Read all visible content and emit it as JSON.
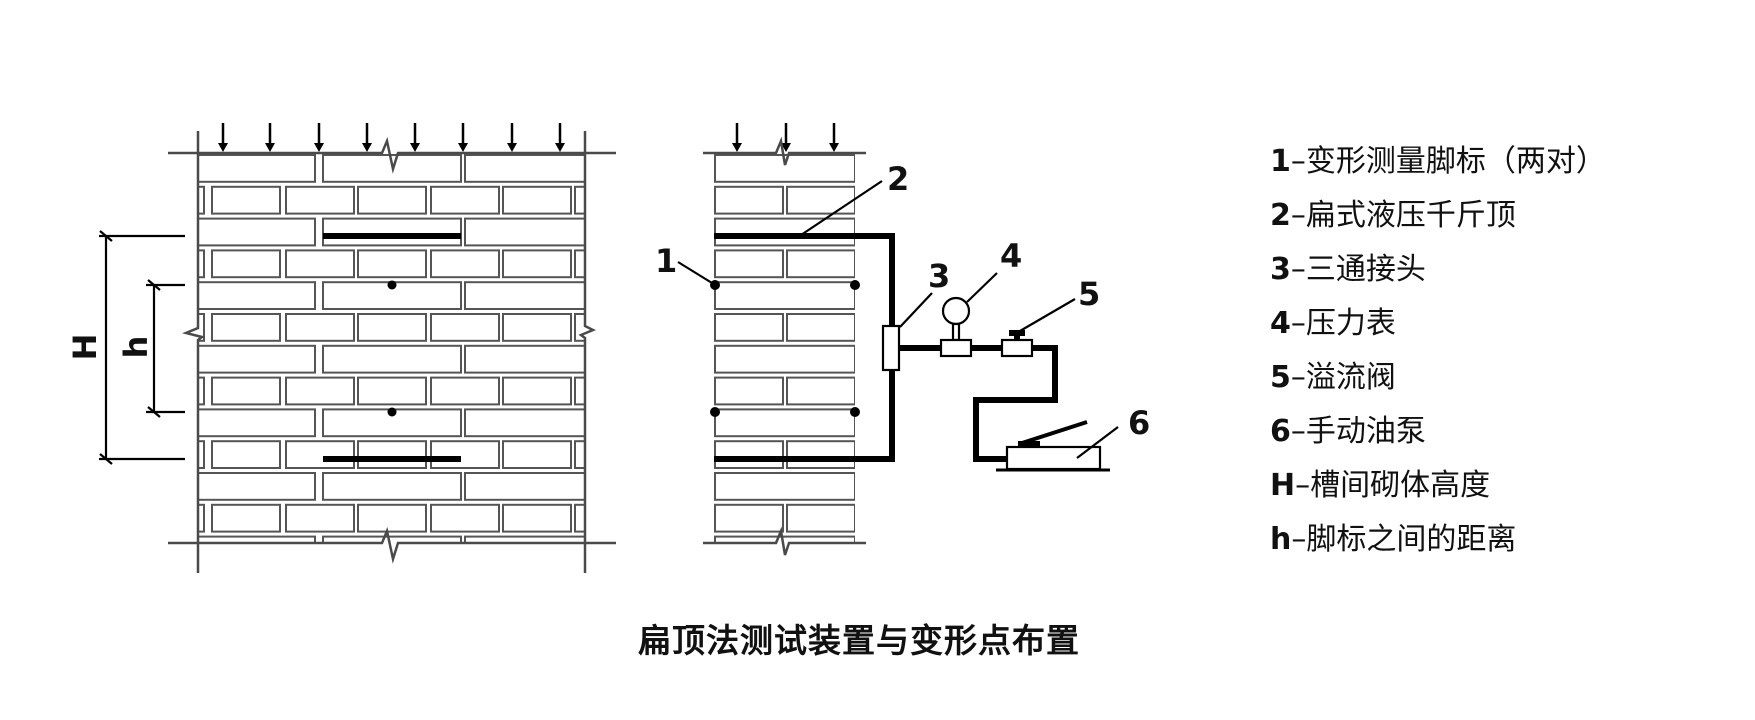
{
  "figure": {
    "caption": "扁顶法测试装置与变形点布置",
    "callouts": [
      "1",
      "2",
      "3",
      "4",
      "5",
      "6"
    ],
    "dimension_labels": {
      "H": "H",
      "h": "h"
    },
    "legend": [
      {
        "key": "1",
        "sep": "–",
        "text": "变形测量脚标（两对）"
      },
      {
        "key": "2",
        "sep": "–",
        "text": "扁式液压千斤顶"
      },
      {
        "key": "3",
        "sep": "–",
        "text": "三通接头"
      },
      {
        "key": "4",
        "sep": "–",
        "text": "压力表"
      },
      {
        "key": "5",
        "sep": "–",
        "text": "溢流阀"
      },
      {
        "key": "6",
        "sep": "–",
        "text": "手动油泵"
      },
      {
        "key": "H",
        "sep": "–",
        "text": "槽间砌体高度"
      },
      {
        "key": "h",
        "sep": "–",
        "text": "脚标之间的距离"
      }
    ]
  }
}
